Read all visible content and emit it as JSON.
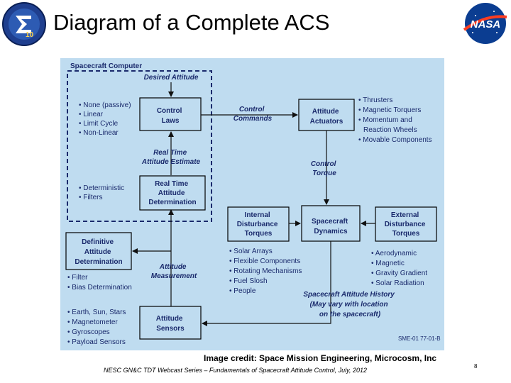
{
  "slide": {
    "title": "Diagram of a Complete ACS",
    "credit": "Image credit: Space Mission Engineering, Microcosm, Inc",
    "footer": "NESC GN&C TDT Webcast Series – Fundamentals of Spacecraft Attitude Control, July, 2012",
    "page_number": "8",
    "left_logo_text": "10",
    "nasa_logo_text": "NASA"
  },
  "diagram": {
    "computer_label": "Spacecraft Computer",
    "desired_attitude": "Desired Attitude",
    "control_laws": [
      "Control",
      "Laws"
    ],
    "control_laws_list": [
      "• None (passive)",
      "• Linear",
      "• Limit Cycle",
      "• Non-Linear"
    ],
    "control_commands": [
      "Control",
      "Commands"
    ],
    "attitude_actuators": [
      "Attitude",
      "Actuators"
    ],
    "actuators_list": [
      "• Thrusters",
      "• Magnetic Torquers",
      "• Momentum and",
      "Reaction Wheels",
      "• Movable Components"
    ],
    "real_time_estimate": [
      "Real Time",
      "Attitude Estimate"
    ],
    "control_torque": [
      "Control",
      "Torque"
    ],
    "determination_list": [
      "• Deterministic",
      "• Filters"
    ],
    "real_time_determination": [
      "Real Time",
      "Attitude",
      "Determination"
    ],
    "internal_torques": [
      "Internal",
      "Disturbance",
      "Torques"
    ],
    "spacecraft_dynamics": [
      "Spacecraft",
      "Dynamics"
    ],
    "external_torques": [
      "External",
      "Disturbance",
      "Torques"
    ],
    "definitive_determination": [
      "Definitive",
      "Attitude",
      "Determination"
    ],
    "internal_list": [
      "• Solar Arrays",
      "• Flexible Components",
      "• Rotating Mechanisms",
      "• Fuel Slosh",
      "• People"
    ],
    "external_list": [
      "• Aerodynamic",
      "• Magnetic",
      "• Gravity Gradient",
      "• Solar Radiation"
    ],
    "definitive_list": [
      "• Filter",
      "• Bias Determination"
    ],
    "attitude_measurement": [
      "Attitude",
      "Measurement"
    ],
    "history": [
      "Spacecraft Attitude History",
      "(May vary with location",
      "on the spacecraft)"
    ],
    "sensors_list": [
      "• Earth, Sun, Stars",
      "• Magnetometer",
      "• Gyroscopes",
      "• Payload Sensors"
    ],
    "attitude_sensors": [
      "Attitude",
      "Sensors"
    ],
    "figure_id": "SME-01 77-01-B"
  },
  "colors": {
    "diagram_background": "#bfdcf0",
    "text_dark_blue": "#1a2a6c",
    "box_border": "#000000",
    "nasa_blue": "#0b3d91",
    "nasa_red": "#fc3d21"
  }
}
